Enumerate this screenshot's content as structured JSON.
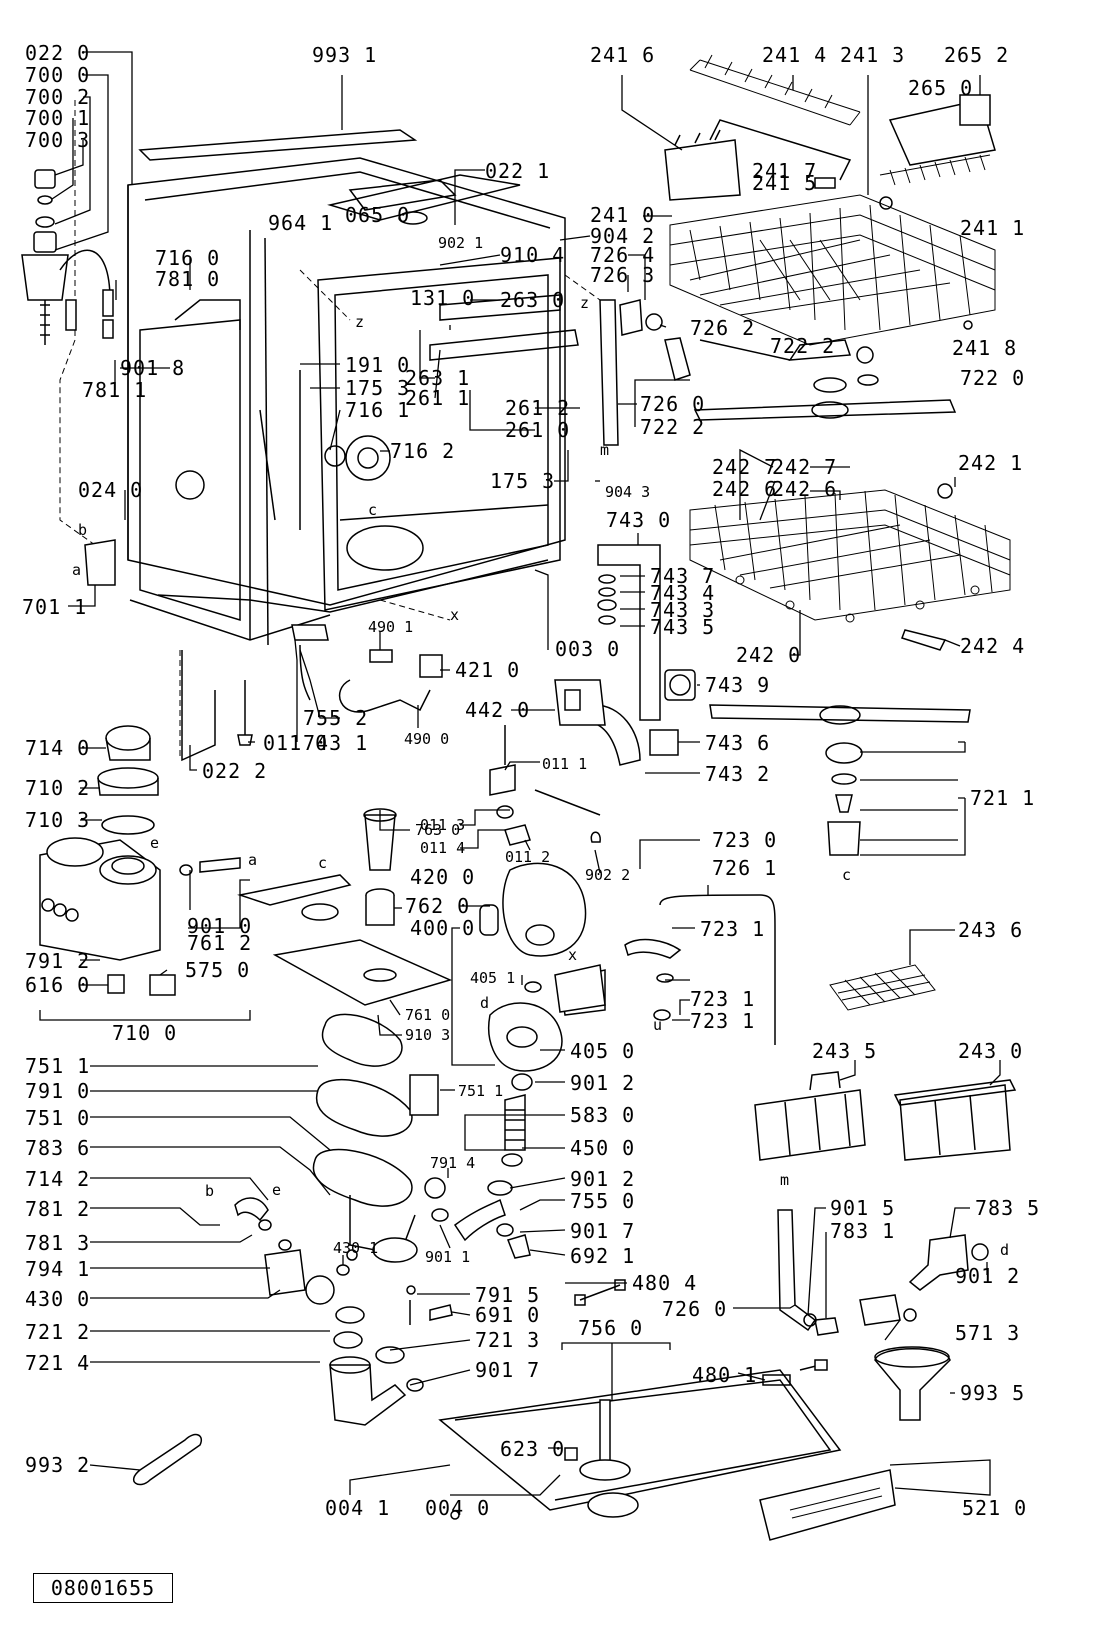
{
  "drawing_code": "08001655",
  "markers": [
    "a",
    "b",
    "c",
    "d",
    "e",
    "m",
    "u",
    "x",
    "z"
  ],
  "labels": [
    "022 0",
    "700 0",
    "700 2",
    "700 1",
    "700 3",
    "993 1",
    "241 6",
    "241 4",
    "241 3",
    "265 2",
    "265 0",
    "022 1",
    "241 7",
    "241 5",
    "241 0",
    "241 1",
    "964 1",
    "065 0",
    "902 1",
    "904 2",
    "726 4",
    "726 3",
    "910 4",
    "716 0",
    "781 0",
    "131 0",
    "263 0",
    "726 2",
    "901 8",
    "722 2",
    "722 0",
    "241 8",
    "191 0",
    "263 1",
    "175 3",
    "261 1",
    "781 1",
    "716 1",
    "261 2",
    "261 0",
    "726 0",
    "722 2",
    "716 2",
    "175 3",
    "904 3",
    "242 7",
    "242 6",
    "242 7",
    "242 6",
    "242 1",
    "024 0",
    "743 0",
    "743 7",
    "743 4",
    "743 3",
    "743 5",
    "701 1",
    "242 0",
    "242 4",
    "490 1",
    "421 0",
    "003 0",
    "442 0",
    "743 9",
    "755 2",
    "743 1",
    "011 0",
    "490 0",
    "714 0",
    "743 6",
    "743 2",
    "710 2",
    "011 1",
    "721 1",
    "022 2",
    "710 3",
    "763 0",
    "011 3",
    "011 4",
    "011 2",
    "902 2",
    "723 0",
    "726 1",
    "901 0",
    "761 2",
    "762 0",
    "420 0",
    "400 0",
    "723 1",
    "243 6",
    "791 2",
    "616 0",
    "575 0",
    "761 0",
    "910 3",
    "405 1",
    "723 1",
    "723 1",
    "710 0",
    "405 0",
    "243 5",
    "243 0",
    "751 1",
    "791 0",
    "751 1",
    "901 2",
    "751 0",
    "583 0",
    "783 6",
    "450 0",
    "714 2",
    "791 4",
    "901 2",
    "781 2",
    "755 0",
    "781 3",
    "901 7",
    "901 5",
    "783 5",
    "783 1",
    "794 1",
    "692 1",
    "430 1",
    "901 1",
    "430 0",
    "791 5",
    "480 4",
    "726 0",
    "901 2",
    "691 0",
    "571 3",
    "721 2",
    "721 3",
    "756 0",
    "721 4",
    "901 7",
    "480 1",
    "993 5",
    "623 0",
    "993 2",
    "004 1",
    "004 0",
    "521 0"
  ]
}
